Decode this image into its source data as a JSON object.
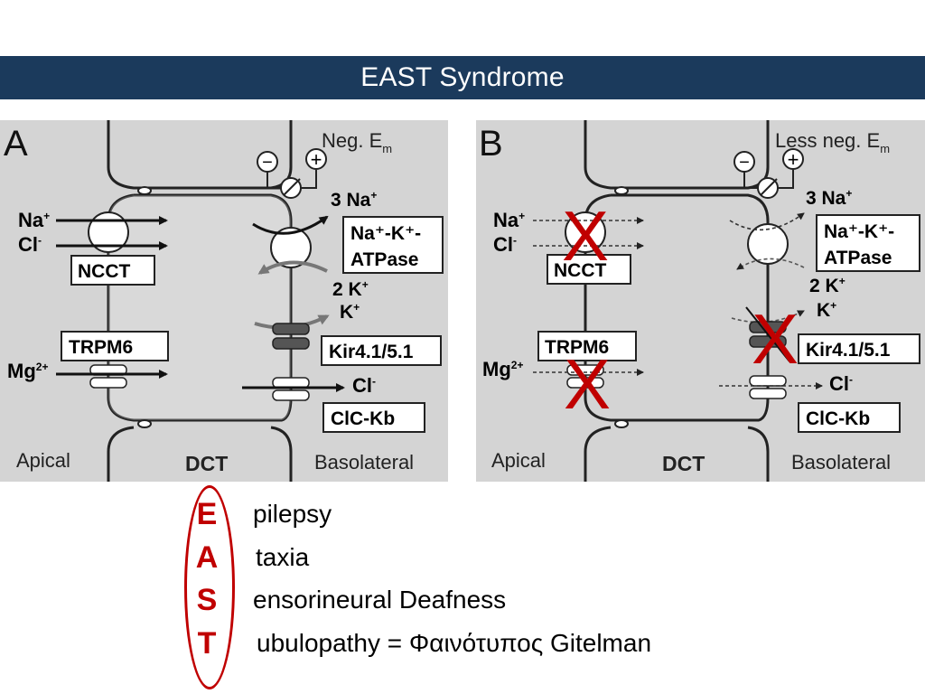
{
  "title": "EAST Syndrome",
  "panels": [
    {
      "letter": "A",
      "em_label": "Neg. E",
      "em_sub": "m",
      "minus_sign": "−",
      "plus_sign": "+",
      "na3": "3 Na",
      "na3_sup": "+",
      "atpase_line1": "Na⁺-K⁺-",
      "atpase_line2": "ATPase",
      "k2": "2 K",
      "k2_sup": "+",
      "k": "K",
      "k_sup": "+",
      "kir": "Kir4.1/5.1",
      "cl_out": "Cl",
      "cl_out_sup": "-",
      "clckb": "ClC-Kb",
      "na_in": "Na",
      "na_in_sup": "+",
      "cl_in": "Cl",
      "cl_in_sup": "-",
      "ncct": "NCCT",
      "trpm6": "TRPM6",
      "mg": "Mg",
      "mg_sup": "2+",
      "apical": "Apical",
      "dct": "DCT",
      "basolateral": "Basolateral"
    },
    {
      "letter": "B",
      "em_label": "Less neg. E",
      "em_sub": "m",
      "minus_sign": "−",
      "plus_sign": "+",
      "na3": "3 Na",
      "na3_sup": "+",
      "atpase_line1": "Na⁺-K⁺-",
      "atpase_line2": "ATPase",
      "k2": "2 K",
      "k2_sup": "+",
      "k": "K",
      "k_sup": "+",
      "kir": "Kir4.1/5.1",
      "cl_out": "Cl",
      "cl_out_sup": "-",
      "clckb": "ClC-Kb",
      "na_in": "Na",
      "na_in_sup": "+",
      "cl_in": "Cl",
      "cl_in_sup": "-",
      "ncct": "NCCT",
      "trpm6": "TRPM6",
      "mg": "Mg",
      "mg_sup": "2+",
      "apical": "Apical",
      "dct": "DCT",
      "basolateral": "Basolateral",
      "cross_mark": "X"
    }
  ],
  "acrostic": [
    {
      "letter": "E",
      "rest": "pilepsy"
    },
    {
      "letter": "A",
      "rest": "taxia"
    },
    {
      "letter": "S",
      "rest": "ensorineural Deafness"
    },
    {
      "letter": "T",
      "rest": "ubulopathy = Φαινότυπος Gitelman"
    }
  ],
  "colors": {
    "title_bar": "#1b3a5c",
    "panel_bg": "#d4d4d4",
    "accent_red": "#c00000"
  }
}
